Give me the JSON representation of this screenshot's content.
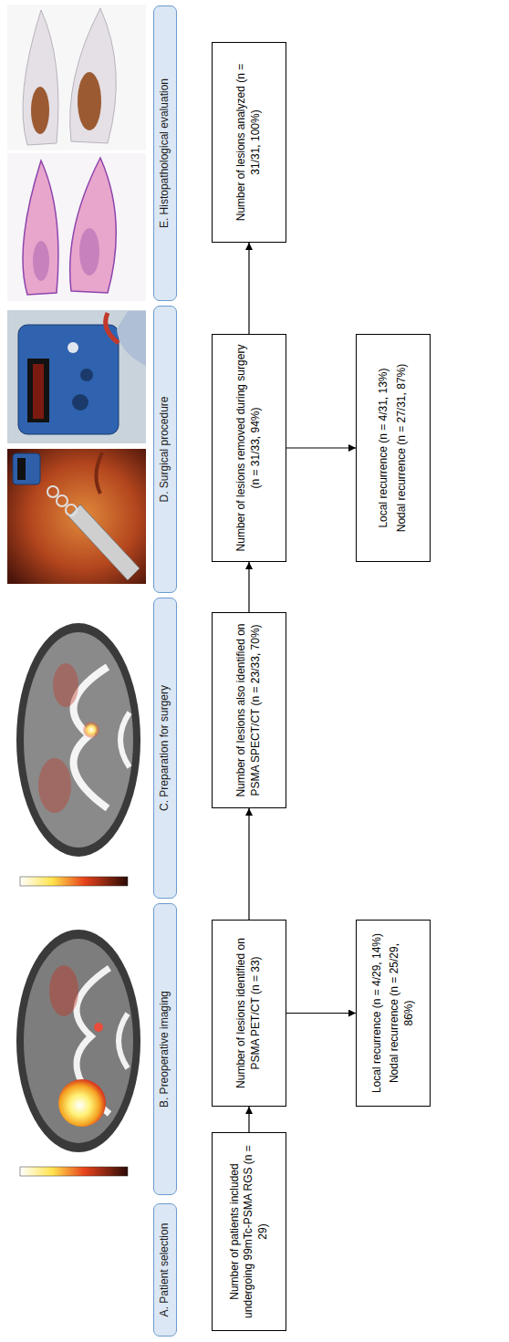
{
  "diagram": {
    "nodes": [
      {
        "text": [
          "A. Patient selection"
        ]
      },
      {
        "text": [
          "B. Preoperative imaging"
        ]
      },
      {
        "text": [
          "C. Preparation for surgery"
        ]
      },
      {
        "text": [
          "D. Surgical procedure"
        ]
      },
      {
        "text": [
          "E. Histopathological evaluation"
        ]
      },
      {
        "text": [
          "Number of patients included undergoing 99mTc-PSMA RGS (n = 29)"
        ]
      },
      {
        "text": [
          "Number of lesions identified on PSMA PET/CT (n = 33)"
        ]
      },
      {
        "text": [
          "Local recurrence (n = 4/29, 14%)",
          "Nodal recurrence (n = 25/29, 86%)"
        ]
      },
      {
        "text": [
          "Number of lesions also identified on PSMA SPECT/CT (n = 23/33, 70%)"
        ]
      },
      {
        "text": [
          "Number of lesions removed during surgery (n = 31/33, 94%)"
        ]
      },
      {
        "text": [
          "Local recurrence (n = 4/31, 13%)",
          "Nodal recurrence (n = 27/31, 87%)"
        ]
      },
      {
        "text": [
          "Number of lesions analyzed (n = 31/31, 100%)"
        ]
      }
    ],
    "edges": [
      {
        "from": 5,
        "to": 6,
        "arrow": "to"
      },
      {
        "from": 6,
        "to": 7,
        "arrow": "to"
      },
      {
        "from": 6,
        "to": 8,
        "arrow": "to"
      },
      {
        "from": 8,
        "to": 9,
        "arrow": "to"
      },
      {
        "from": 9,
        "to": 10,
        "arrow": "to"
      },
      {
        "from": 9,
        "to": 11,
        "arrow": "to"
      }
    ]
  }
}
